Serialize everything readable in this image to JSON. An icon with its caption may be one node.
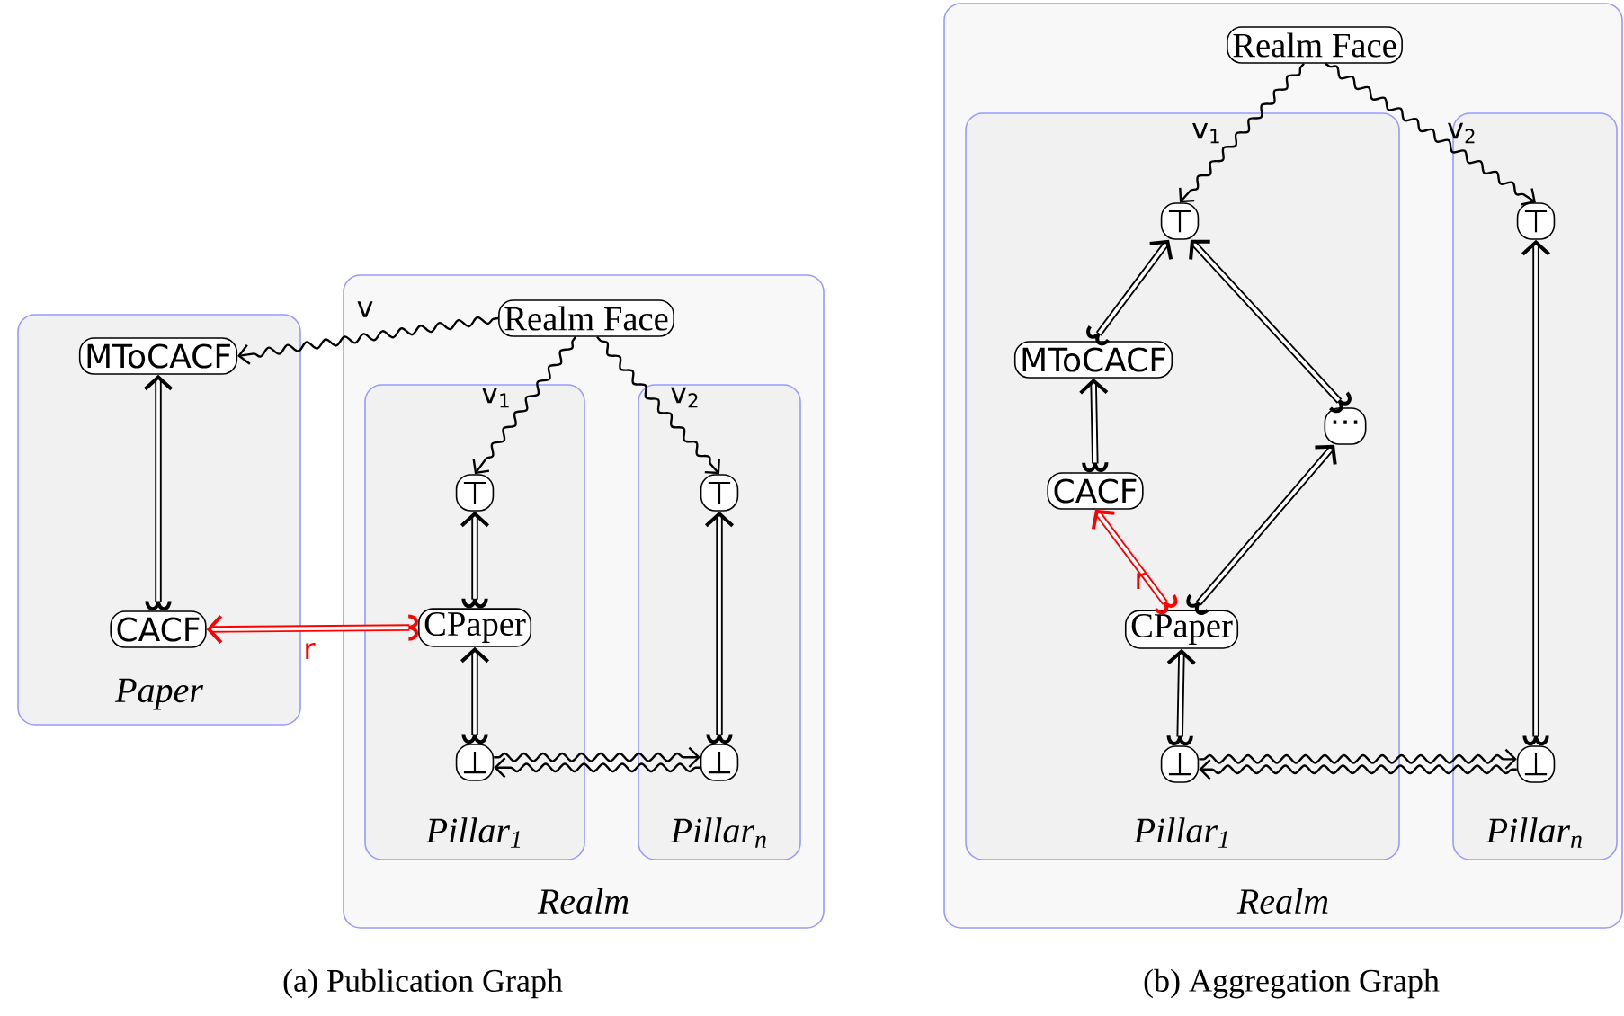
{
  "diagram": {
    "nodes": [
      {
        "text": [
          "Paper"
        ]
      },
      {
        "text": [
          "MToCACF"
        ],
        "in": 0
      },
      {
        "text": [
          "CACF"
        ],
        "in": 0
      },
      {
        "text": [
          "Realm"
        ]
      },
      {
        "text": [
          "Realm Face"
        ],
        "in": 3
      },
      {
        "text": [
          "Pillar$_{1}$"
        ],
        "in": 3
      },
      {
        "text": [
          "⊤"
        ],
        "in": 5
      },
      {
        "text": [
          "CPaper"
        ],
        "in": 5
      },
      {
        "text": [
          "⊥"
        ],
        "in": 5
      },
      {
        "text": [
          "Pillar$_{n}$"
        ],
        "in": 3
      },
      {
        "text": [
          "⊤"
        ],
        "in": 9
      },
      {
        "text": [
          "⊥"
        ],
        "in": 9
      },
      {
        "text": [
          "Realm"
        ]
      },
      {
        "text": [
          "Realm Face"
        ],
        "in": 12
      },
      {
        "text": [
          "Pillar$_{1}$"
        ],
        "in": 12
      },
      {
        "text": [
          "⊤"
        ],
        "in": 14
      },
      {
        "text": [
          "MToCACF"
        ],
        "in": 14
      },
      {
        "text": [
          "⋯"
        ],
        "in": 14
      },
      {
        "text": [
          "CACF"
        ],
        "in": 14
      },
      {
        "text": [
          "CPaper"
        ],
        "in": 14
      },
      {
        "text": [
          "⊥"
        ],
        "in": 14
      },
      {
        "text": [
          "Pillar$_{n}$"
        ],
        "in": 12
      },
      {
        "text": [
          "⊤"
        ],
        "in": 21
      },
      {
        "text": [
          "⊥"
        ],
        "in": 21
      }
    ],
    "edges": [
      {
        "from": 4,
        "to": 1,
        "arrow": "to",
        "label": "v"
      },
      {
        "from": 4,
        "to": 6,
        "arrow": "to",
        "label": "v$_{1}$"
      },
      {
        "from": 4,
        "to": 10,
        "arrow": "to",
        "label": "v$_{2}$"
      },
      {
        "from": 2,
        "to": 1,
        "arrow": "to"
      },
      {
        "from": 7,
        "to": 6,
        "arrow": "to"
      },
      {
        "from": 8,
        "to": 7,
        "arrow": "to"
      },
      {
        "from": 11,
        "to": 10,
        "arrow": "to"
      },
      {
        "from": 7,
        "to": 2,
        "arrow": "to",
        "label": "r",
        "color": "#ff0000"
      },
      {
        "from": 8,
        "to": 11,
        "arrow": "to"
      },
      {
        "from": 11,
        "to": 8,
        "arrow": "to"
      },
      {
        "from": 13,
        "to": 15,
        "arrow": "to",
        "label": "v$_{1}$"
      },
      {
        "from": 13,
        "to": 22,
        "arrow": "to",
        "label": "v$_{2}$"
      },
      {
        "from": 16,
        "to": 15,
        "arrow": "to"
      },
      {
        "from": 17,
        "to": 15,
        "arrow": "to"
      },
      {
        "from": 18,
        "to": 16,
        "arrow": "to"
      },
      {
        "from": 19,
        "to": 18,
        "arrow": "to",
        "label": "r",
        "color": "#ff0000"
      },
      {
        "from": 19,
        "to": 17,
        "arrow": "to"
      },
      {
        "from": 20,
        "to": 19,
        "arrow": "to"
      },
      {
        "from": 23,
        "to": 22,
        "arrow": "to"
      },
      {
        "from": 20,
        "to": 23,
        "arrow": "to"
      },
      {
        "from": 23,
        "to": 20,
        "arrow": "to"
      }
    ],
    "labels": [
      "(a) Publication Graph",
      "(b) Aggregation Graph"
    ]
  }
}
